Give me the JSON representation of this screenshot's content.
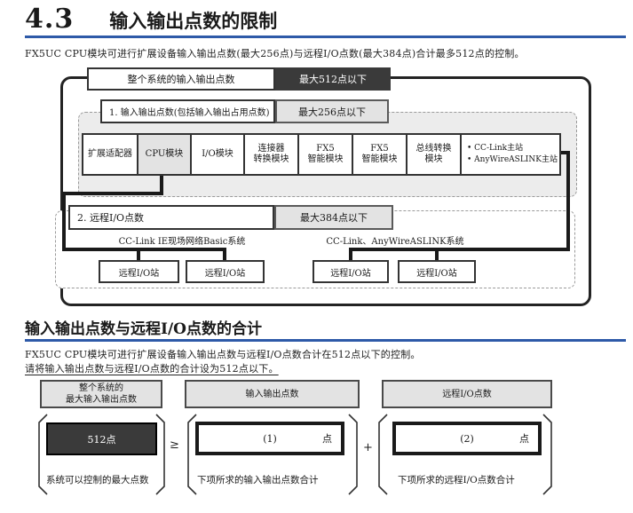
{
  "page": {
    "section_number": "4.3",
    "section_title": "输入输出点数的限制",
    "intro": "FX5UC CPU模块可进行扩展设备输入输出点数(最大256点)与远程I/O点数(最大384点)合计最多512点的控制。",
    "subheading": "输入输出点数与远程I/O点数的合计",
    "sub_intro": "FX5UC CPU模块可进行扩展设备输入输出点数与远程I/O点数合计在512点以下的控制。",
    "sub_note": "请将输入输出点数与远程I/O点数的合计设为512点以下。"
  },
  "diagram1": {
    "system_total_label": "整个系统的输入输出点数",
    "system_total_limit": "最大512点以下",
    "section1_label": "1. 输入输出点数(包括输入输出占用点数)",
    "section1_limit": "最大256点以下",
    "modules": [
      "扩展适配器",
      "CPU模块",
      "I/O模块",
      "连接器\n转换模块",
      "FX5\n智能模块",
      "FX5\n智能模块",
      "总线转换\n模块"
    ],
    "masters": [
      "• CC-Link主站",
      "• AnyWireASLINK主站"
    ],
    "section2_label": "2. 远程I/O点数",
    "section2_limit": "最大384点以下",
    "network1_label": "CC-Link IE现场网络Basic系统",
    "network2_label": "CC-Link、AnyWireASLINK系统",
    "remote_station_label": "远程I/O站"
  },
  "diagram2": {
    "col1_header": "整个系统的\n最大输入输出点数",
    "col2_header": "输入输出点数",
    "col3_header": "远程I/O点数",
    "col1_value": "512点",
    "col2_value": "(1)",
    "col3_value": "(2)",
    "unit": "点",
    "ge_symbol": "≥",
    "plus_symbol": "+",
    "col1_caption": "系统可以控制的最大点数",
    "col2_caption": "下项所求的输入输出点数合计",
    "col3_caption": "下项所求的远程I/O点数合计"
  },
  "colors": {
    "accent_blue": "#2e5aa8",
    "dark_box": "#3a3a3a",
    "gray_fill": "#e3e3e3",
    "panel_fill": "#ececec"
  }
}
